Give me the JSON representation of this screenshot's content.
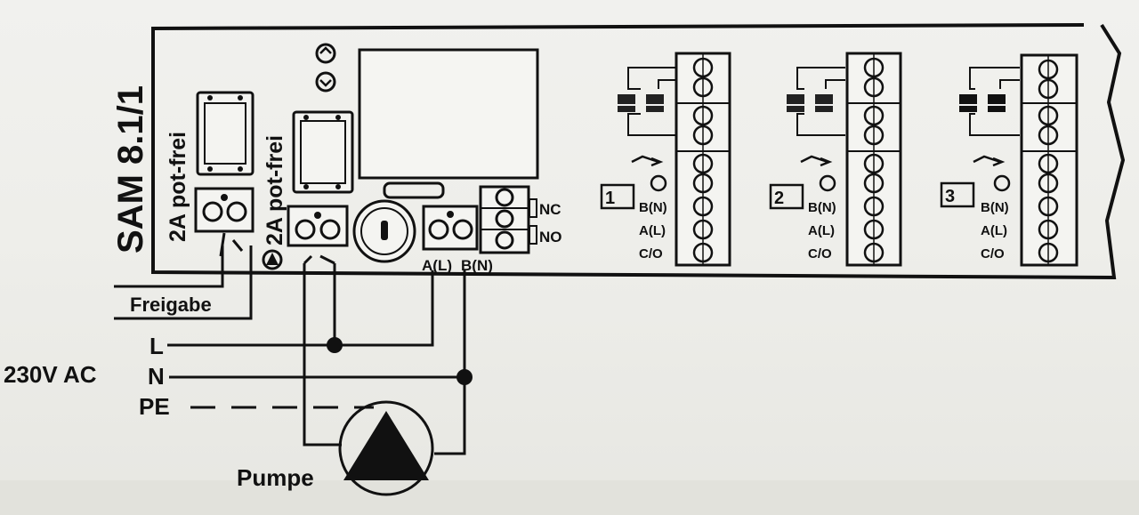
{
  "device": {
    "model": "SAM 8.1/1",
    "relay_left": "2A pot-frei",
    "relay_right": "2A pot-frei"
  },
  "contacts": {
    "nc": "NC",
    "no": "NO",
    "a_l": "A(L)",
    "b_n": "B(N)"
  },
  "zones": [
    {
      "number": "1",
      "b_label": "B(N)",
      "a_label": "A(L)",
      "co_label": "C/O"
    },
    {
      "number": "2",
      "b_label": "B(N)",
      "a_label": "A(L)",
      "co_label": "C/O"
    },
    {
      "number": "3",
      "b_label": "B(N)",
      "a_label": "A(L)",
      "co_label": "C/O"
    }
  ],
  "wiring": {
    "freigabe": "Freigabe",
    "supply": "230V AC",
    "l": "L",
    "n": "N",
    "pe": "PE",
    "pump": "Pumpe"
  }
}
